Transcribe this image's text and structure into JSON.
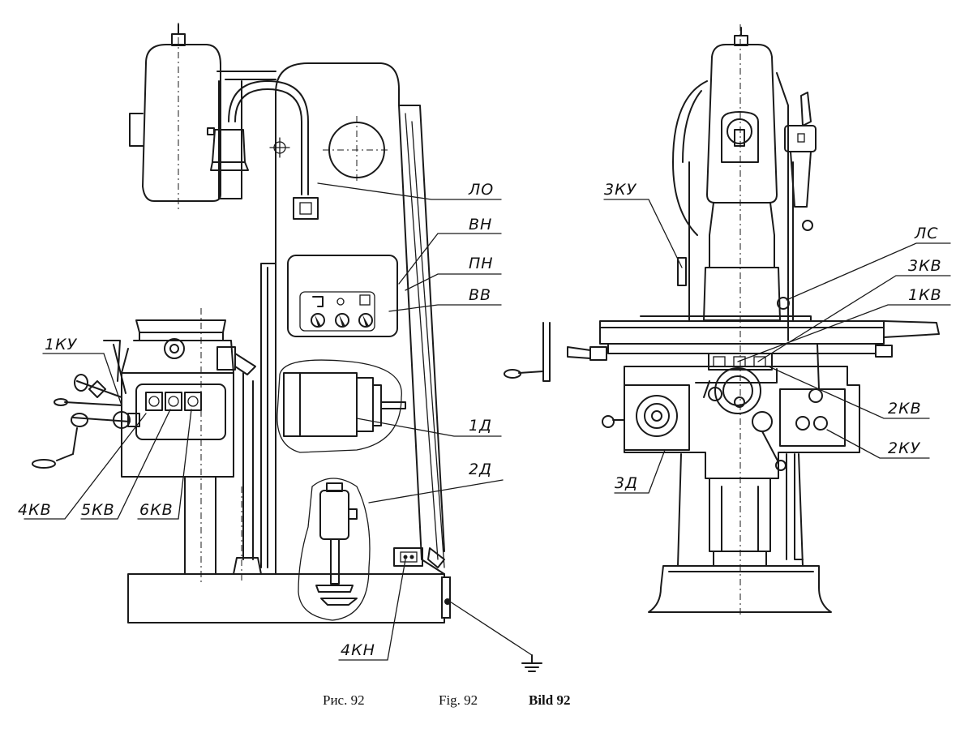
{
  "labels": {
    "lo": "ЛО",
    "vn": "ВН",
    "pn": "ПН",
    "vv": "ВВ",
    "d1": "1Д",
    "d2": "2Д",
    "ku1": "1КУ",
    "kv4": "4КВ",
    "kv5": "5КВ",
    "kv6": "6КВ",
    "kn4": "4КН",
    "ku3": "3КУ",
    "ls": "ЛС",
    "kv3": "3КВ",
    "kv1": "1КВ",
    "kv2": "2КВ",
    "ku2": "2КУ",
    "d3": "3Д"
  },
  "caption": {
    "ru": "Рис. 92",
    "en": "Fig. 92",
    "de": "Bild 92"
  }
}
